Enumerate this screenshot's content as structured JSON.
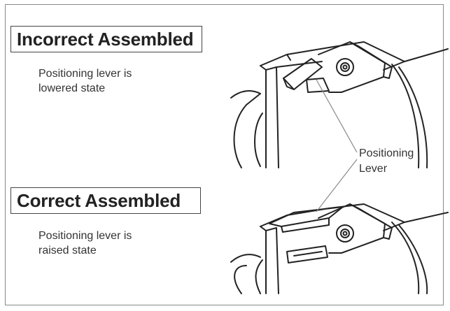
{
  "incorrect": {
    "title": "Incorrect Assembled",
    "description_line1": "Positioning lever is",
    "description_line2": "lowered state"
  },
  "correct": {
    "title": "Correct Assembled",
    "description_line1": "Positioning lever is",
    "description_line2": "raised state"
  },
  "callout": {
    "line1": "Positioning",
    "line2": "Lever"
  },
  "colors": {
    "line": "#222222",
    "leader": "#8a8a8a",
    "frame": "#8a8a8a"
  }
}
